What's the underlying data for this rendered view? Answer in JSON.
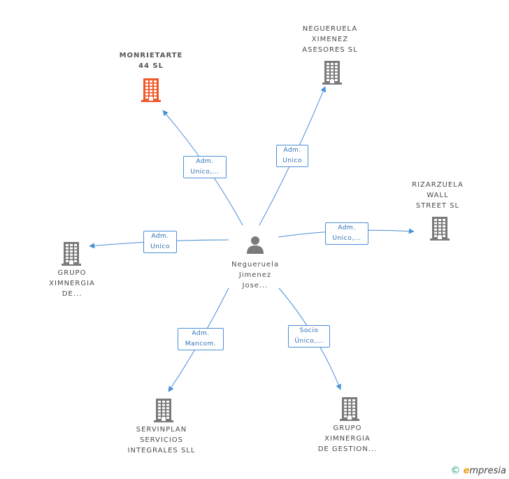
{
  "center": {
    "name": [
      "Negueruela",
      "Jimenez",
      "Jose..."
    ]
  },
  "companies": [
    {
      "id": "monrietarte",
      "lines": [
        "MONRIETARTE",
        "44 SL"
      ],
      "highlight": true
    },
    {
      "id": "ximenez-asesores",
      "lines": [
        "NEGUERUELA",
        "XIMENEZ",
        "ASESORES SL"
      ],
      "highlight": false
    },
    {
      "id": "rizarzuela",
      "lines": [
        "RIZARZUELA",
        "WALL",
        "STREET SL"
      ],
      "highlight": false
    },
    {
      "id": "grupo-ximnergia",
      "lines": [
        "GRUPO",
        "XIMNERGIA",
        "DE..."
      ],
      "highlight": false
    },
    {
      "id": "servinplan",
      "lines": [
        "SERVINPLAN",
        "SERVICIOS",
        "INTEGRALES SLL"
      ],
      "highlight": false
    },
    {
      "id": "grupo-gestion",
      "lines": [
        "GRUPO",
        "XIMNERGIA",
        "DE GESTION..."
      ],
      "highlight": false
    }
  ],
  "relations": [
    {
      "target": "monrietarte",
      "lines": [
        "Adm.",
        "Unico,..."
      ]
    },
    {
      "target": "ximenez-asesores",
      "lines": [
        "Adm.",
        "Unico"
      ]
    },
    {
      "target": "rizarzuela",
      "lines": [
        "Adm.",
        "Unico,..."
      ]
    },
    {
      "target": "grupo-ximnergia",
      "lines": [
        "Adm.",
        "Unico"
      ]
    },
    {
      "target": "servinplan",
      "lines": [
        "Adm.",
        "Mancom."
      ]
    },
    {
      "target": "grupo-gestion",
      "lines": [
        "Socio",
        "Único,..."
      ]
    }
  ],
  "colors": {
    "edge": "#4a8fd8",
    "building": "#7a7a7a",
    "building_highlight": "#f0592a",
    "person": "#7a7a7a"
  },
  "footer": {
    "copyright": "©",
    "brand_e": "e",
    "brand_rest": "mpresia"
  }
}
